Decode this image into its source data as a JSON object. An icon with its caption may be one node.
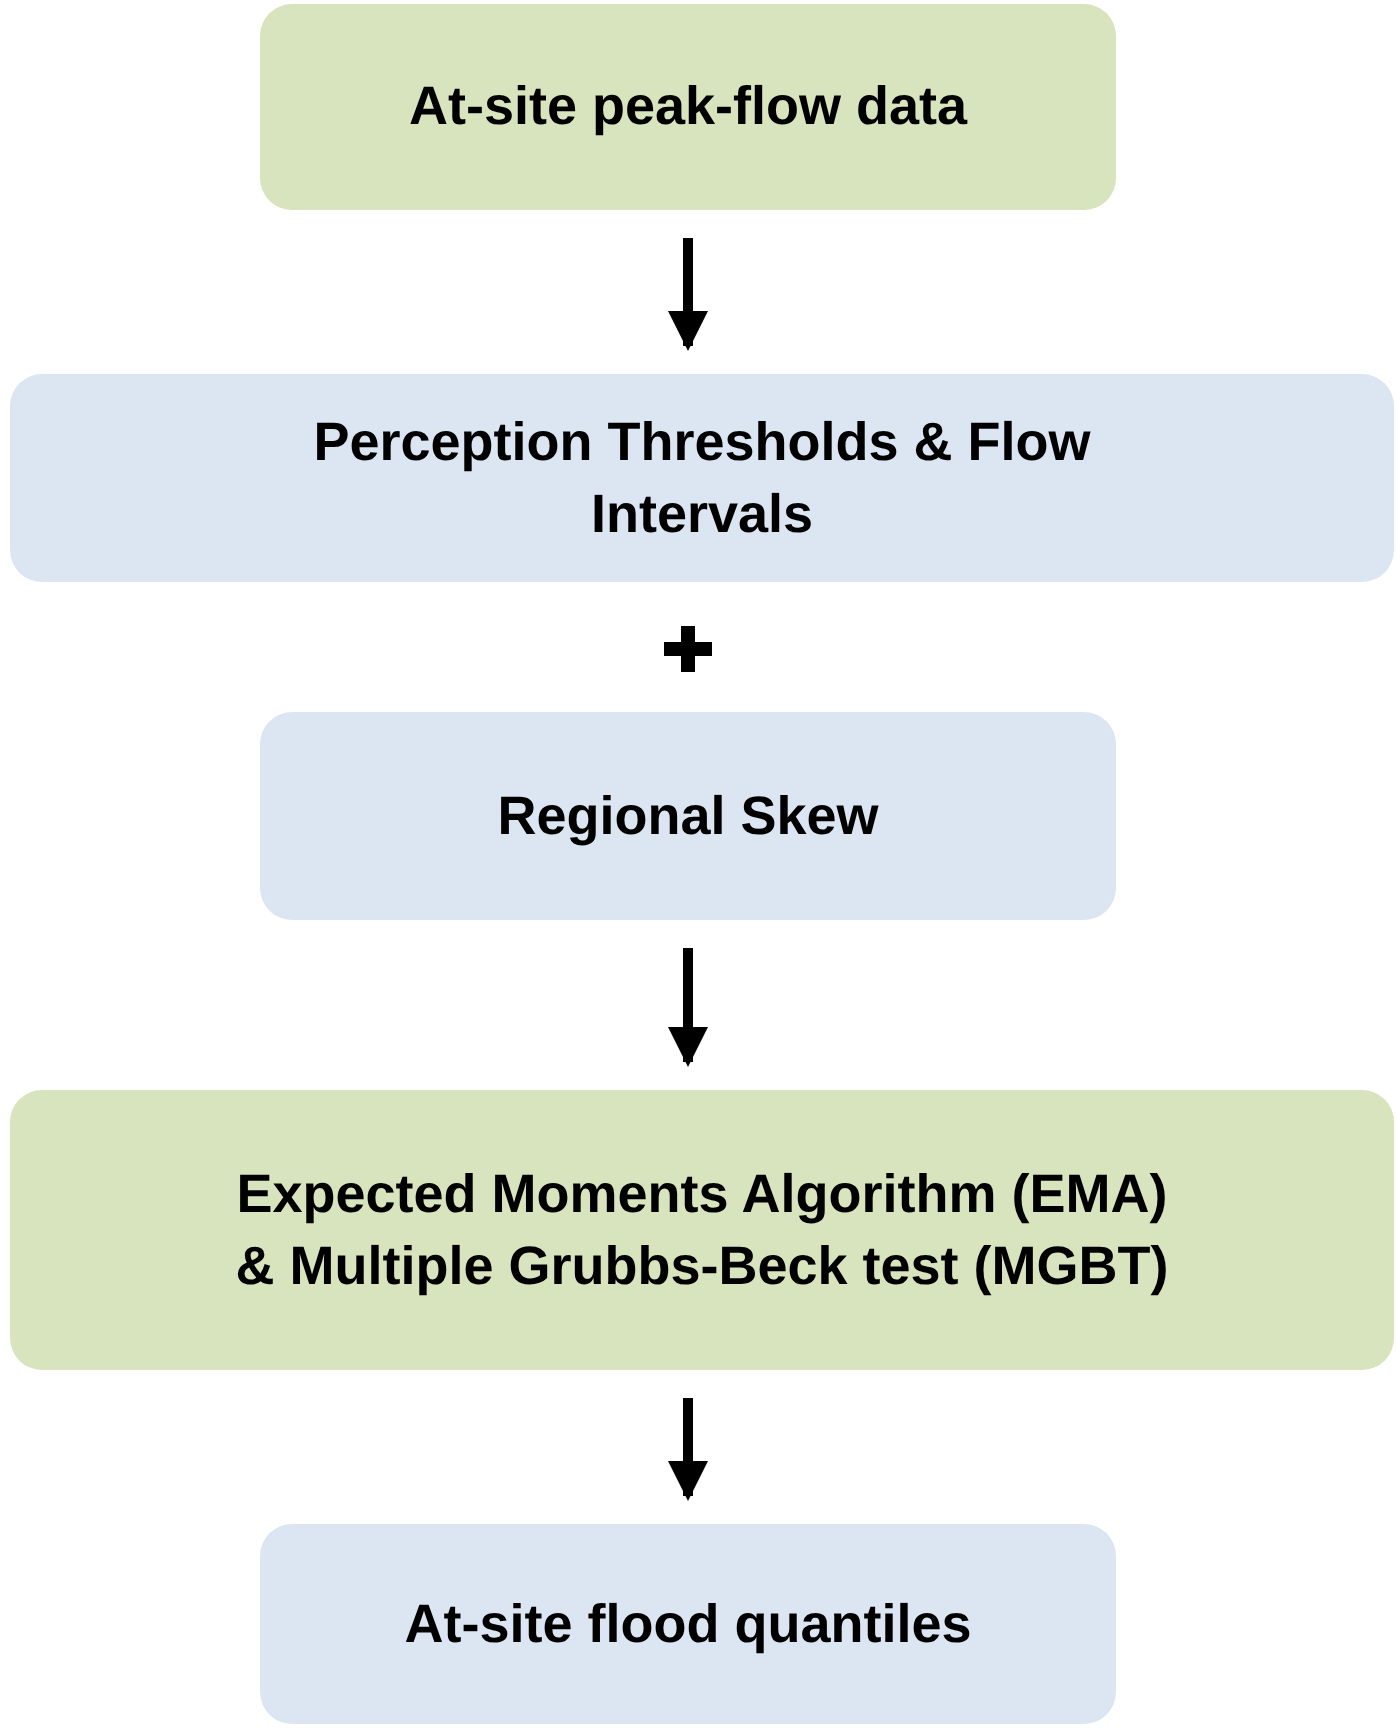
{
  "diagram": {
    "nodes": [
      {
        "text": [
          "At-site peak-flow data"
        ]
      },
      {
        "text": [
          "Perception Thresholds & Flow Intervals"
        ]
      },
      {
        "text": [
          "Regional Skew"
        ]
      },
      {
        "text": [
          "Expected Moments Algorithm (EMA) & Multiple Grubbs-Beck test (MGBT)"
        ]
      },
      {
        "text": [
          "At-site flood quantiles"
        ]
      }
    ],
    "edges": [
      {
        "from": 0,
        "to": 1,
        "arrow": "to"
      },
      {
        "from": 2,
        "to": 3,
        "arrow": "to"
      },
      {
        "from": 3,
        "to": 4,
        "arrow": "to"
      }
    ]
  }
}
